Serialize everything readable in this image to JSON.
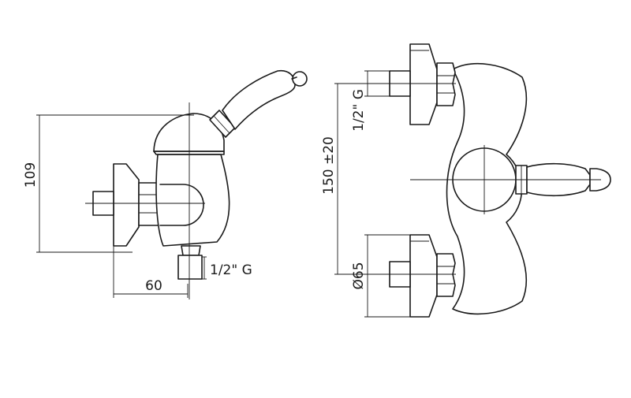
{
  "side_view": {
    "height_label": "109",
    "width_label": "60",
    "outlet_thread_label": "1/2\" G"
  },
  "front_view": {
    "inlet_thread_label": "1/2\" G",
    "centers_label": "150 ±20",
    "flange_diameter_label": "Ø65"
  }
}
